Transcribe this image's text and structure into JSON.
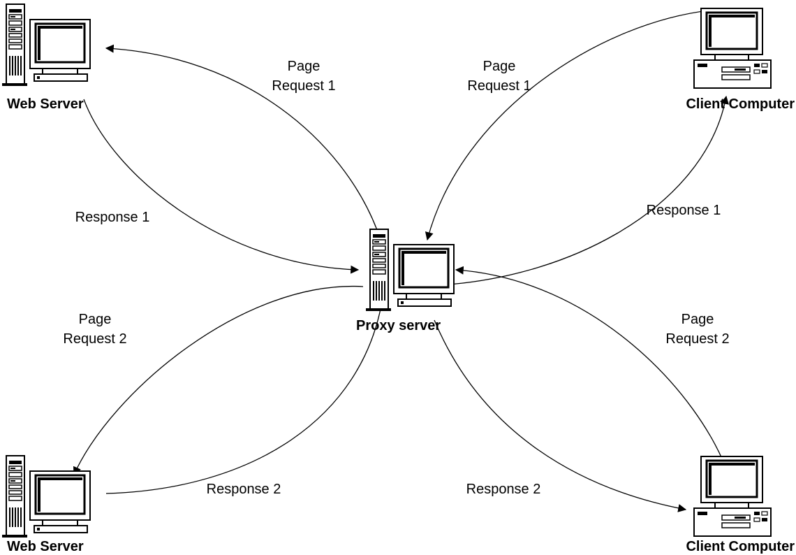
{
  "diagram": {
    "nodes": {
      "proxy": {
        "label": "Proxy server",
        "icon": "tower-workstation-icon"
      },
      "web_server_top": {
        "label": "Web Server",
        "icon": "tower-workstation-icon"
      },
      "web_server_bottom": {
        "label": "Web Server",
        "icon": "tower-workstation-icon"
      },
      "client_top": {
        "label": "Client Computer",
        "icon": "desktop-computer-icon"
      },
      "client_bottom": {
        "label": "Client Computer",
        "icon": "desktop-computer-icon"
      }
    },
    "edges": {
      "request1_client_to_proxy": {
        "line1": "Page",
        "line2": "Request 1"
      },
      "request1_proxy_to_server": {
        "line1": "Page",
        "line2": "Request 1"
      },
      "response1_server_to_proxy": {
        "text": "Response 1"
      },
      "response1_proxy_to_client": {
        "text": "Response 1"
      },
      "request2_client_to_proxy": {
        "line1": "Page",
        "line2": "Request 2"
      },
      "request2_proxy_to_server": {
        "line1": "Page",
        "line2": "Request 2"
      },
      "response2_server_to_proxy": {
        "text": "Response 2"
      },
      "response2_proxy_to_client": {
        "text": "Response 2"
      }
    }
  }
}
